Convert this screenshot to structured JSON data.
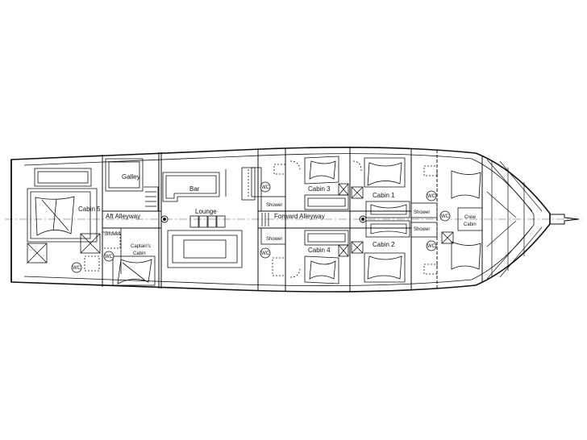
{
  "plan": {
    "labels": {
      "cabin5": "Cabin 5",
      "galley": "Galley",
      "bar": "Bar",
      "aft_alleyway": "Aft Alleyway",
      "lounge": "Lounge",
      "shower_aft": "Shower",
      "captains_cabin_line1": "Captain's",
      "captains_cabin_line2": "Cabin",
      "shower_mid_top": "Shower",
      "forward_alleyway": "Forward Alleyway",
      "shower_mid_bottom": "Shower",
      "cabin3": "Cabin 3",
      "cabin4": "Cabin 4",
      "cabin1": "Cabin 1",
      "cabin2": "Cabin 2",
      "shower_fwd_top": "Shower",
      "shower_fwd_bottom": "Shower",
      "crew_cabin_line1": "Crew",
      "crew_cabin_line2": "Cabin",
      "wc": "WC"
    }
  }
}
